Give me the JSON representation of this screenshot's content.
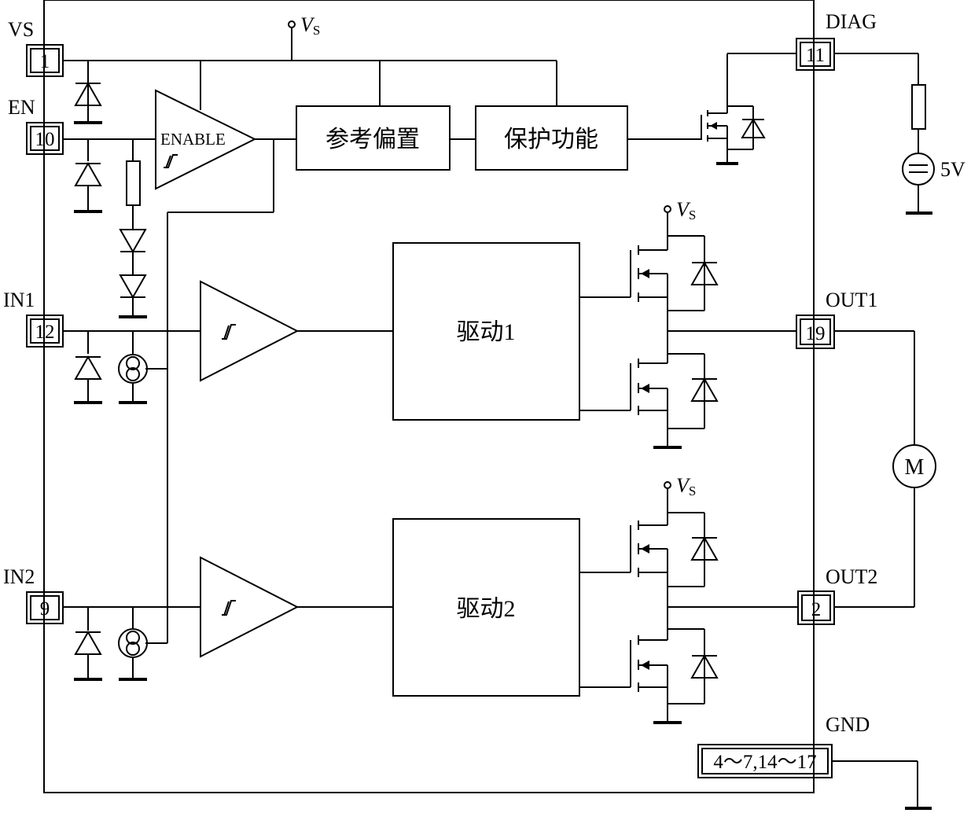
{
  "pins": {
    "vs": {
      "name": "VS",
      "number": "1"
    },
    "en": {
      "name": "EN",
      "number": "10"
    },
    "in1": {
      "name": "IN1",
      "number": "12"
    },
    "in2": {
      "name": "IN2",
      "number": "9"
    },
    "diag": {
      "name": "DIAG",
      "number": "11"
    },
    "out1": {
      "name": "OUT1",
      "number": "19"
    },
    "out2": {
      "name": "OUT2",
      "number": "2"
    },
    "gnd": {
      "name": "GND",
      "number": "4～7,14～17"
    }
  },
  "supply": {
    "symbol": "V",
    "subscript": "S"
  },
  "enable_label": "ENABLE",
  "blocks": {
    "bias": "参考偏置",
    "protection": "保护功能",
    "driver1": "驱动1",
    "driver2": "驱动2"
  },
  "motor_label": "M",
  "ext_source_label": "5V"
}
